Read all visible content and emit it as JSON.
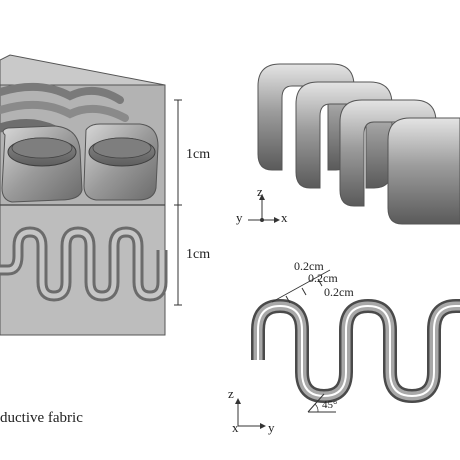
{
  "left_panel": {
    "height_top_label": "1cm",
    "height_bottom_label": "1cm",
    "caption": "ductive fabric"
  },
  "right_top_axes": {
    "vertical": "z",
    "left": "y",
    "right": "x"
  },
  "right_bottom": {
    "dimension_labels": [
      "0.2cm",
      "0.2cm",
      "0.2cm"
    ],
    "angle_label": "45°",
    "axes": {
      "vertical": "z",
      "left": "x",
      "right": "y"
    }
  }
}
